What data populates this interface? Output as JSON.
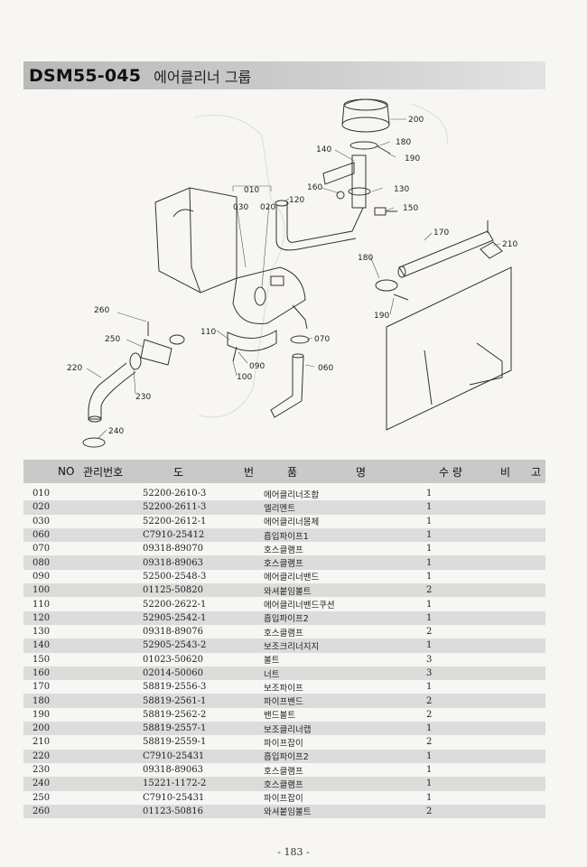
{
  "header": {
    "code": "DSM55-045",
    "group_name": "에어클리너 그룹"
  },
  "callouts": {
    "c010": "010",
    "c020": "020",
    "c030": "030",
    "c060": "060",
    "c070": "070",
    "c090": "090",
    "c100": "100",
    "c110": "110",
    "c120": "120",
    "c130": "130",
    "c140": "140",
    "c150": "150",
    "c160": "160",
    "c170": "170",
    "c180a": "180",
    "c180b": "180",
    "c190a": "190",
    "c190b": "190",
    "c200": "200",
    "c210": "210",
    "c220": "220",
    "c230": "230",
    "c240": "240",
    "c250": "250",
    "c260": "260"
  },
  "table": {
    "headers": {
      "no": "NO",
      "mgmt": "관리번호",
      "dwg1": "도",
      "dwg2": "번",
      "name1": "품",
      "name2": "명",
      "qty": "수 량",
      "remark1": "비",
      "remark2": "고"
    },
    "rows": [
      {
        "no": "010",
        "dwg": "52200-2610-3",
        "name": "에어클리너조합",
        "qty": "1"
      },
      {
        "no": "020",
        "dwg": "52200-2611-3",
        "name": "엘리멘트",
        "qty": "1"
      },
      {
        "no": "030",
        "dwg": "52200-2612-1",
        "name": "에어클리너몸체",
        "qty": "1"
      },
      {
        "no": "060",
        "dwg": "C7910-25412",
        "name": "흡입파이프1",
        "qty": "1"
      },
      {
        "no": "070",
        "dwg": "09318-89070",
        "name": "호스클램프",
        "qty": "1"
      },
      {
        "no": "080",
        "dwg": "09318-89063",
        "name": "호스클램프",
        "qty": "1"
      },
      {
        "no": "090",
        "dwg": "52500-2548-3",
        "name": "에어클리너밴드",
        "qty": "1"
      },
      {
        "no": "100",
        "dwg": "01125-50820",
        "name": "와셔붙임볼트",
        "qty": "2"
      },
      {
        "no": "110",
        "dwg": "52200-2622-1",
        "name": "에어클리너밴드쿠션",
        "qty": "1"
      },
      {
        "no": "120",
        "dwg": "52905-2542-1",
        "name": "흡입파이프2",
        "qty": "1"
      },
      {
        "no": "130",
        "dwg": "09318-89076",
        "name": "호스클램프",
        "qty": "2"
      },
      {
        "no": "140",
        "dwg": "52905-2543-2",
        "name": "보조크리너지지",
        "qty": "1"
      },
      {
        "no": "150",
        "dwg": "01023-50620",
        "name": "볼트",
        "qty": "3"
      },
      {
        "no": "160",
        "dwg": "02014-50060",
        "name": "너트",
        "qty": "3"
      },
      {
        "no": "170",
        "dwg": "58819-2556-3",
        "name": "보조파이프",
        "qty": "1"
      },
      {
        "no": "180",
        "dwg": "58819-2561-1",
        "name": "파이프밴드",
        "qty": "2"
      },
      {
        "no": "190",
        "dwg": "58819-2562-2",
        "name": "밴드볼트",
        "qty": "2"
      },
      {
        "no": "200",
        "dwg": "58819-2557-1",
        "name": "보조클리너캡",
        "qty": "1"
      },
      {
        "no": "210",
        "dwg": "58819-2559-1",
        "name": "파이프잡이",
        "qty": "2"
      },
      {
        "no": "220",
        "dwg": "C7910-25431",
        "name": "흡입파이프2",
        "qty": "1"
      },
      {
        "no": "230",
        "dwg": "09318-89063",
        "name": "호스클램프",
        "qty": "1"
      },
      {
        "no": "240",
        "dwg": "15221-1172-2",
        "name": "호스클램프",
        "qty": "1"
      },
      {
        "no": "250",
        "dwg": "C7910-25431",
        "name": "파이프잡이",
        "qty": "1"
      },
      {
        "no": "260",
        "dwg": "01123-50816",
        "name": "와셔붙임볼트",
        "qty": "2"
      }
    ]
  },
  "footer": {
    "page": "- 183 -"
  }
}
